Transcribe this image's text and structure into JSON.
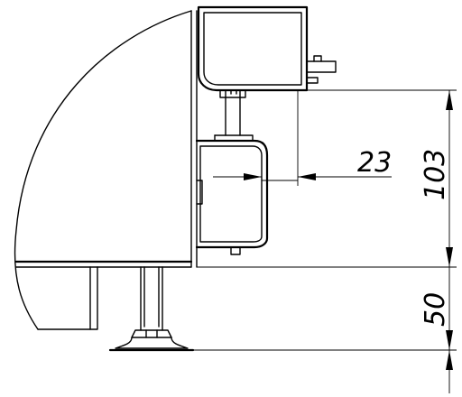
{
  "dimensions": {
    "inset_depth": "23",
    "upper_height": "103",
    "foot_height": "50"
  }
}
